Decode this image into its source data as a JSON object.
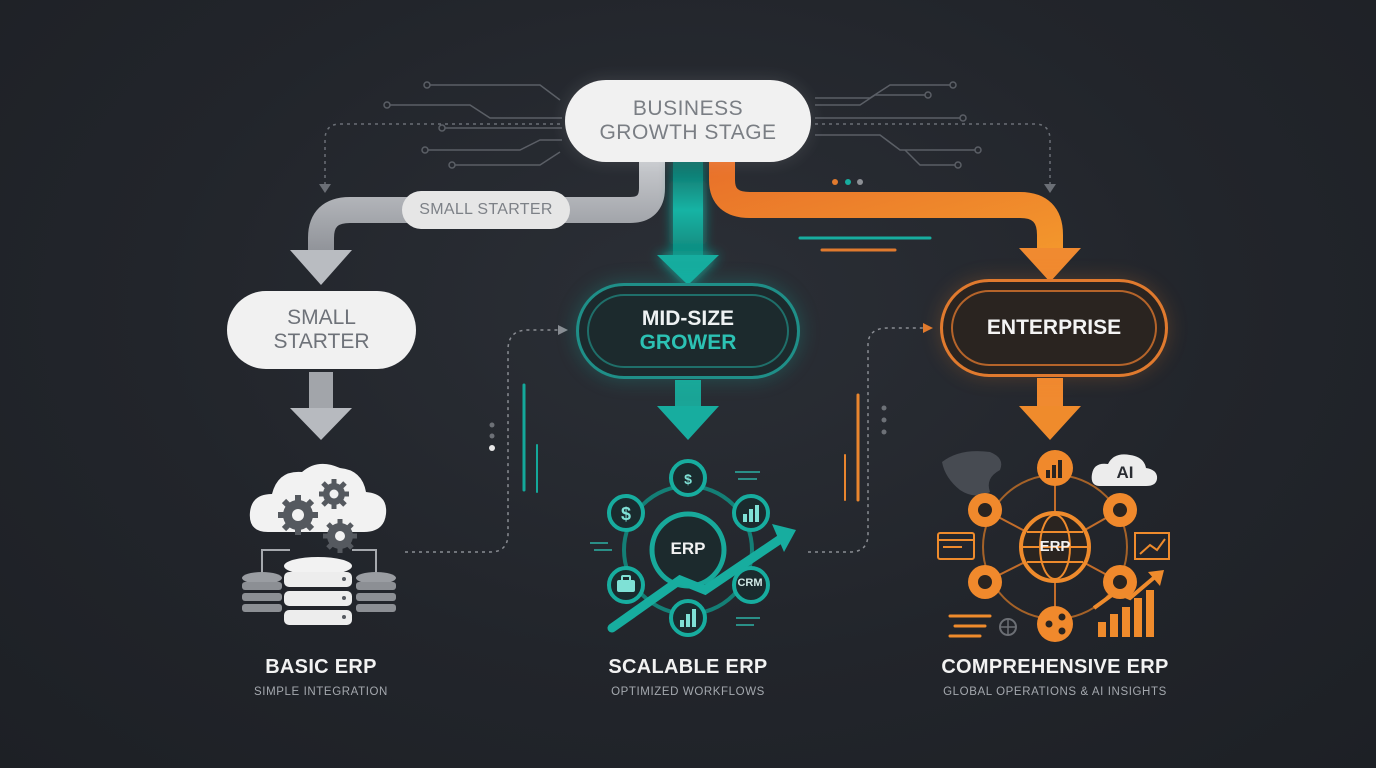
{
  "root": {
    "line1": "BUSINESS",
    "line2": "GROWTH STAGE"
  },
  "branch_tag": "SMALL STARTER",
  "stages": {
    "small": {
      "line1": "SMALL",
      "line2": "STARTER",
      "title": "BASIC ERP",
      "subtitle": "SIMPLE INTEGRATION"
    },
    "mid": {
      "line1": "MID-SIZE",
      "line2": "GROWER",
      "title": "SCALABLE ERP",
      "subtitle": "OPTIMIZED WORKFLOWS",
      "hub": "ERP",
      "side_label": "CRM"
    },
    "enterprise": {
      "label": "ENTERPRISE",
      "title": "COMPREHENSIVE ERP",
      "subtitle": "GLOBAL OPERATIONS & AI INSIGHTS",
      "hub": "ERP",
      "ai_badge": "AI"
    }
  },
  "colors": {
    "background": "#22252b",
    "gray": "#a9acb1",
    "teal": "#14a89a",
    "orange": "#f08a30",
    "white_pill": "#f1f1f1"
  },
  "icons": [
    "cloud-icon",
    "gear-icon",
    "database-icon",
    "dollar-icon",
    "briefcase-icon",
    "chart-icon",
    "globe-icon",
    "growth-arrow-icon",
    "world-map-icon"
  ]
}
